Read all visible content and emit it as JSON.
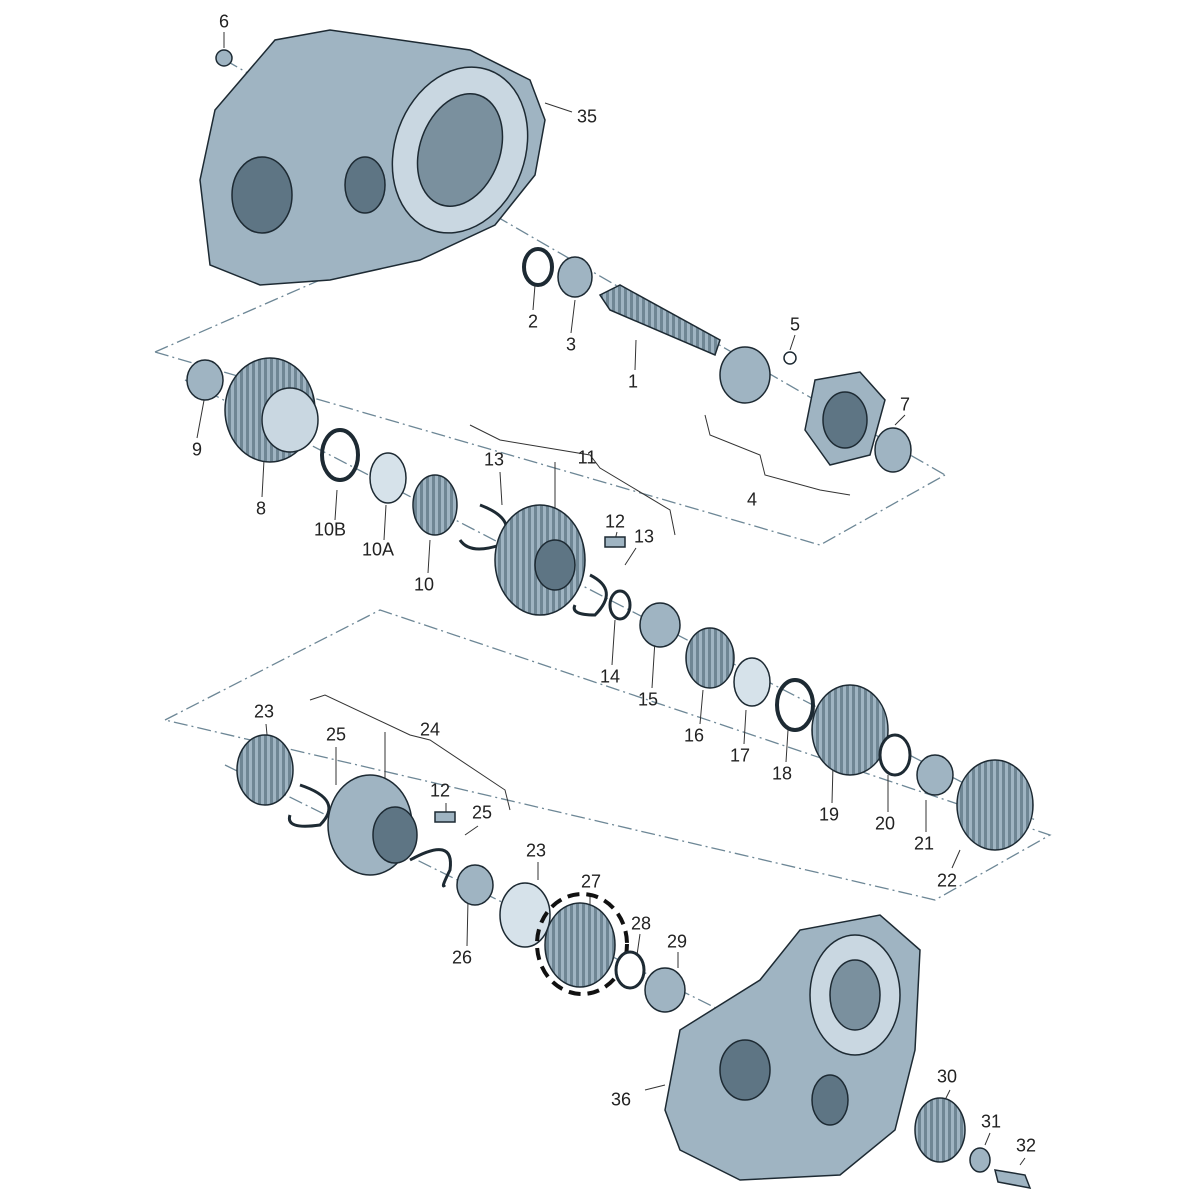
{
  "diagram": {
    "type": "exploded-parts-view",
    "highlighted_part": "27",
    "colors": {
      "part_fill": "#9fb4c2",
      "part_dark": "#5e7584",
      "part_light": "#d6e2ea",
      "outline": "#1d2a33",
      "axis_line": "#6d8796",
      "highlight": "#111111"
    },
    "labels": [
      "6",
      "35",
      "2",
      "3",
      "1",
      "5",
      "7",
      "4",
      "9",
      "8",
      "10B",
      "10A",
      "10",
      "13",
      "11",
      "12",
      "13",
      "14",
      "15",
      "16",
      "17",
      "18",
      "19",
      "20",
      "21",
      "22",
      "23",
      "25",
      "24",
      "12",
      "25",
      "23",
      "26",
      "27",
      "28",
      "29",
      "36",
      "30",
      "31",
      "32"
    ]
  }
}
